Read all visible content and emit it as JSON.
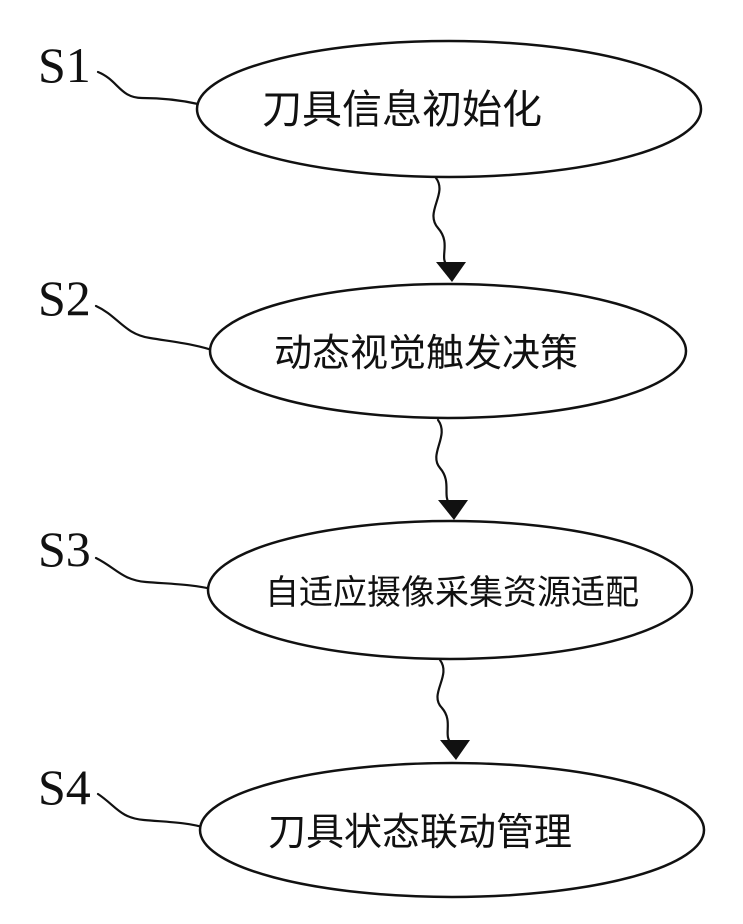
{
  "steps": [
    {
      "label": "S1",
      "text": "刀具信息初始化"
    },
    {
      "label": "S2",
      "text": "动态视觉触发决策"
    },
    {
      "label": "S3",
      "text": "自适应摄像采集资源适配"
    },
    {
      "label": "S4",
      "text": "刀具状态联动管理"
    }
  ],
  "colors": {
    "stroke": "#111111",
    "background": "#ffffff"
  }
}
